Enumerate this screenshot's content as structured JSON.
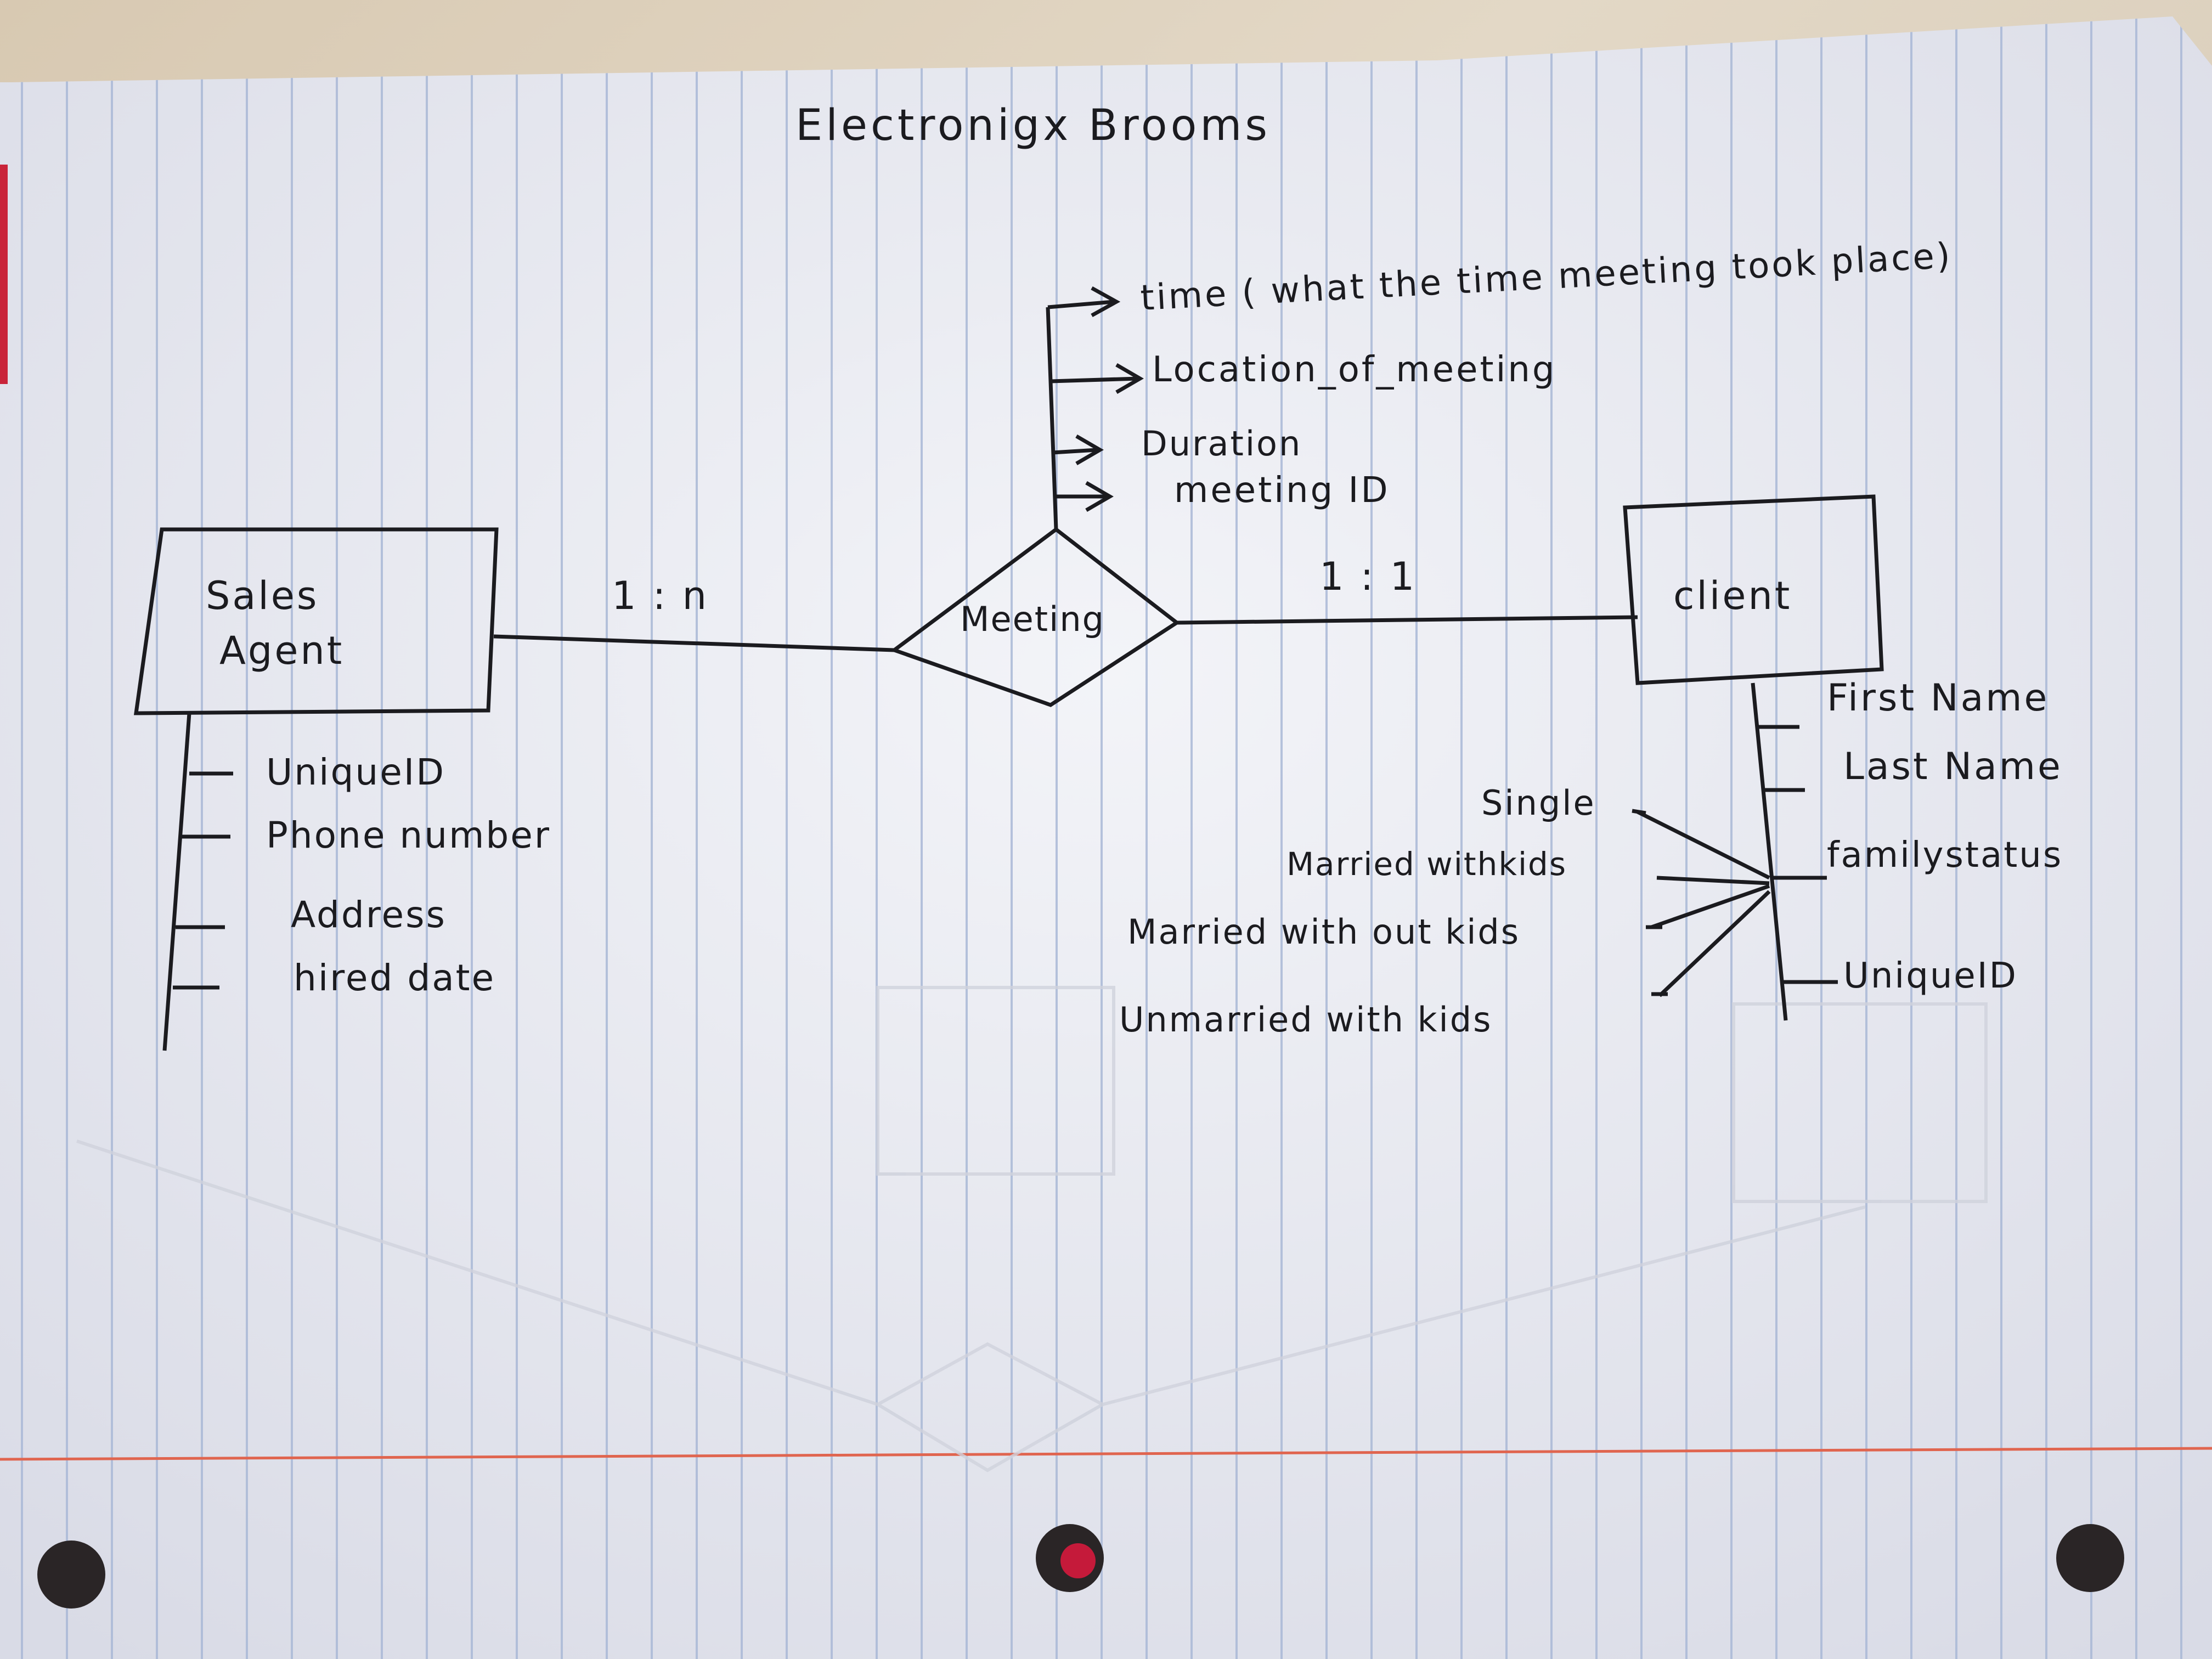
{
  "title": "Electronigx Brooms",
  "entities": {
    "sales_agent": {
      "name": "Sales Agent",
      "name_line1": "Sales",
      "name_line2": "Agent",
      "attributes": [
        "UniqueID",
        "Phone number",
        "Address",
        "hired date"
      ]
    },
    "client": {
      "name": "client",
      "attributes": [
        "First Name",
        "Last Name",
        "familystatus",
        "UniqueID"
      ],
      "family_status_values": [
        "Single",
        "Married withkids",
        "Married with out kids",
        "Unmarried with kids"
      ]
    }
  },
  "relationship": {
    "name": "Meeting",
    "attributes": [
      "time ( what the time meeting took place)",
      "Location_of_meeting",
      "Duration",
      "meeting ID"
    ],
    "cardinality_agent_side": "1 : n",
    "cardinality_client_side": "1 : 1"
  },
  "colors": {
    "ink": "#1b1b1f",
    "paper": "#f1f2f7",
    "rule_line": "#a9b8d6",
    "margin_line": "#e0654f",
    "hole": "#2a2526",
    "hole_accent": "#c51a3a"
  }
}
